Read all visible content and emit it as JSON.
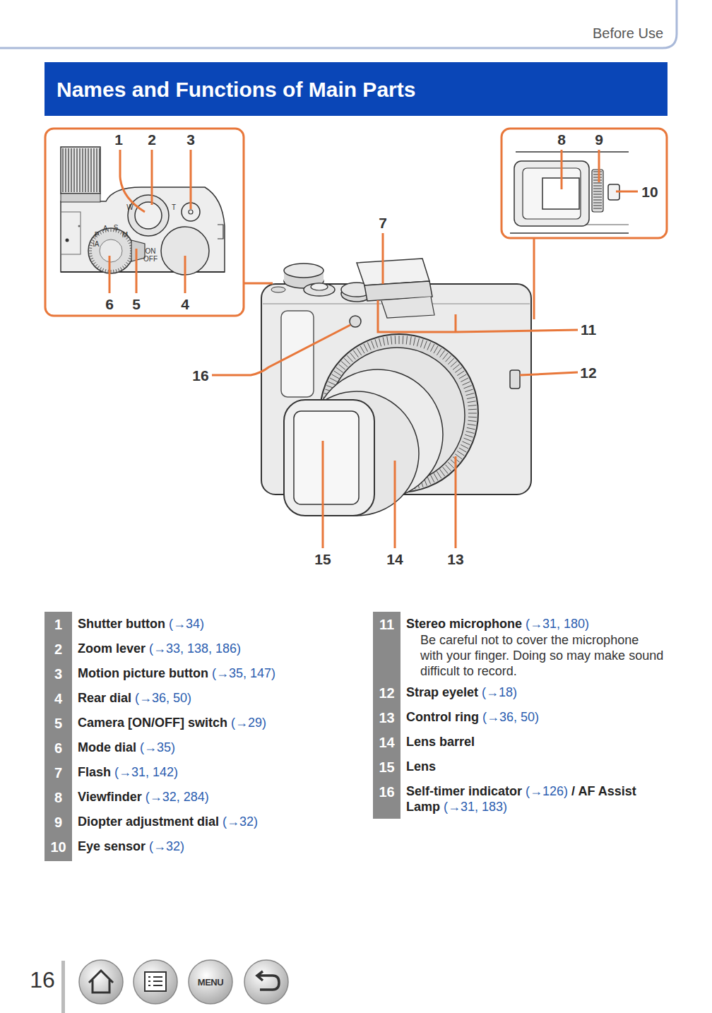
{
  "diagram": {
    "title": "Names and Functions of Main Parts",
    "nodes": [
      {
        "text": [
          "1",
          "Shutter button (→34)"
        ]
      },
      {
        "text": [
          "2",
          "Zoom lever (→33, 138, 186)"
        ]
      },
      {
        "text": [
          "3",
          "Motion picture button (→35, 147)"
        ]
      },
      {
        "text": [
          "4",
          "Rear dial (→36, 50)"
        ]
      },
      {
        "text": [
          "5",
          "Camera [ON/OFF] switch (→29)"
        ]
      },
      {
        "text": [
          "6",
          "Mode dial (→35)"
        ]
      },
      {
        "text": [
          "7",
          "Flash (→31, 142)"
        ]
      },
      {
        "text": [
          "8",
          "Viewfinder (→32, 284)"
        ]
      },
      {
        "text": [
          "9",
          "Diopter adjustment dial (→32)"
        ]
      },
      {
        "text": [
          "10",
          "Eye sensor (→32)"
        ]
      },
      {
        "text": [
          "11",
          "Stereo microphone (→31, 180)",
          "Be careful not to cover the microphone with your finger. Doing so may make sound difficult to record."
        ]
      },
      {
        "text": [
          "12",
          "Strap eyelet (→18)"
        ]
      },
      {
        "text": [
          "13",
          "Control ring (→36, 50)"
        ]
      },
      {
        "text": [
          "14",
          "Lens barrel"
        ]
      },
      {
        "text": [
          "15",
          "Lens"
        ]
      },
      {
        "text": [
          "16",
          "Self-timer indicator (→126) / AF Assist Lamp (→31, 183)"
        ]
      }
    ],
    "labels": [
      "Before Use",
      "1",
      "2",
      "3",
      "W",
      "T",
      "P",
      "A",
      "S",
      "M",
      "iA",
      "ON",
      "OFF",
      "6",
      "5",
      "4",
      "8",
      "9",
      "10",
      "7",
      "11",
      "16",
      "12",
      "15",
      "14",
      "13",
      "16",
      "MENU"
    ]
  }
}
